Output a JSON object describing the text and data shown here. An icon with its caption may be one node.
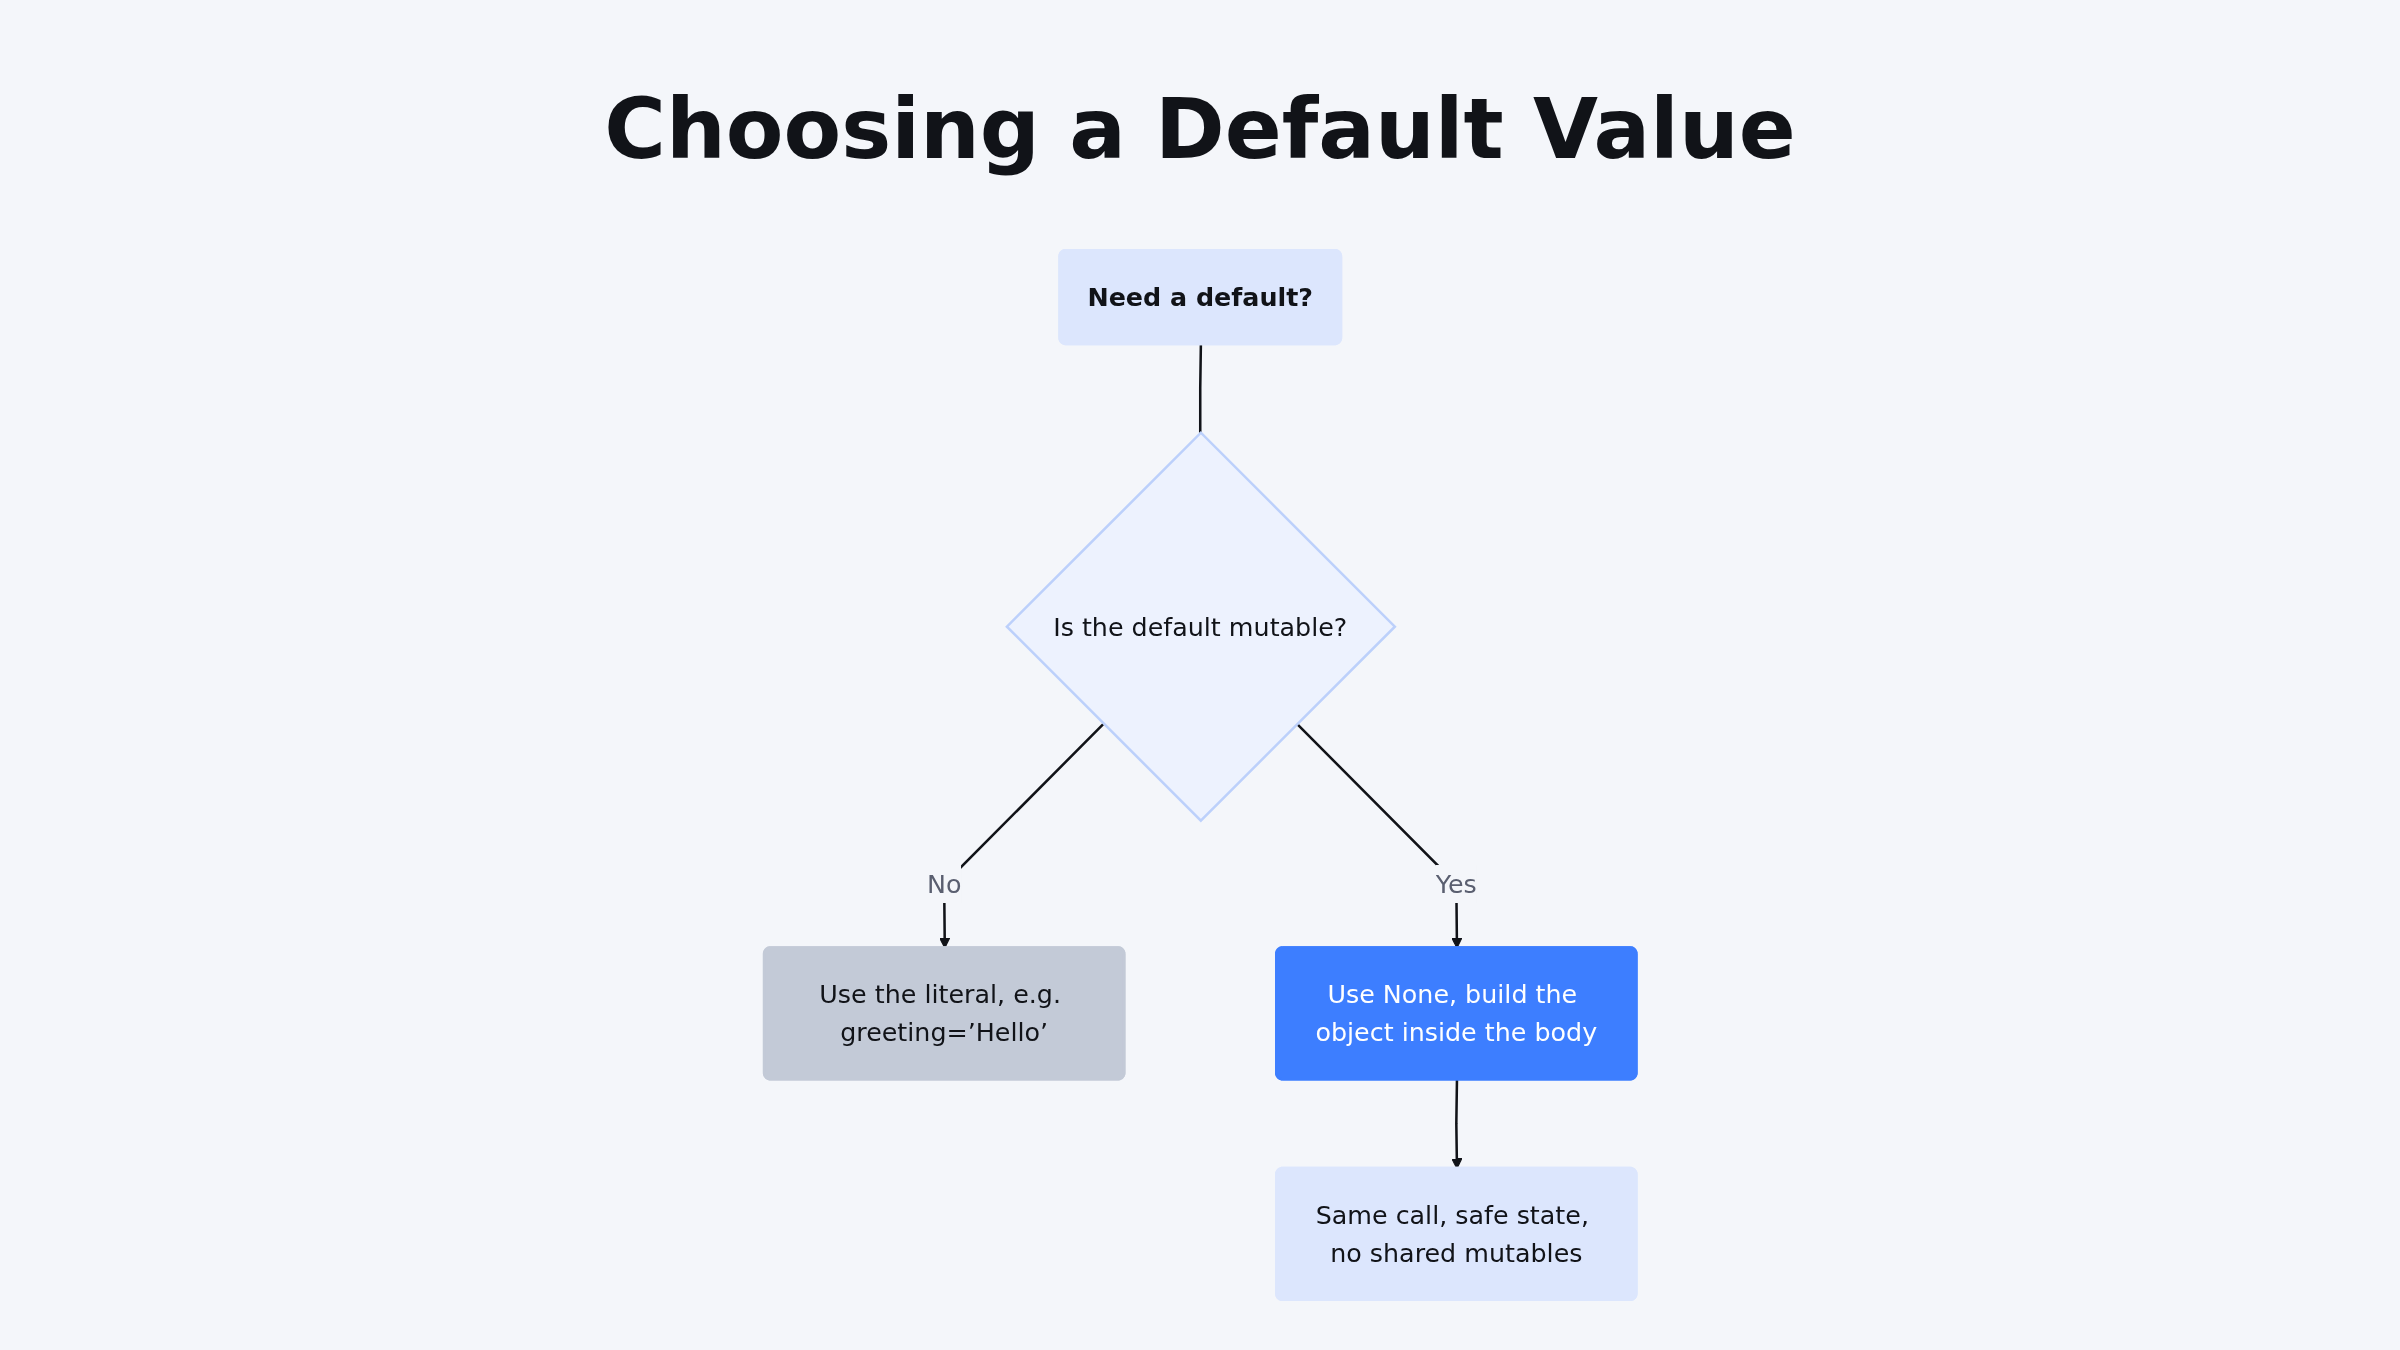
{
  "diagram": {
    "title": "Choosing a Default Value",
    "nodes": [
      {
        "text": [
          "Need a default?"
        ]
      },
      {
        "text": [
          "Is the default mutable?"
        ]
      },
      {
        "text": [
          "Use the literal, e.g. greeting=’Hello’"
        ]
      },
      {
        "text": [
          "Use None, build the object inside the body"
        ]
      },
      {
        "text": [
          "Same call, safe state, no shared mutables"
        ]
      }
    ],
    "edges": [
      {
        "from": 0,
        "to": 1,
        "arrow": "none"
      },
      {
        "from": 1,
        "to": 2,
        "label": "No",
        "arrow": "to"
      },
      {
        "from": 1,
        "to": 3,
        "label": "Yes",
        "arrow": "to"
      },
      {
        "from": 3,
        "to": 4,
        "arrow": "to"
      }
    ]
  }
}
